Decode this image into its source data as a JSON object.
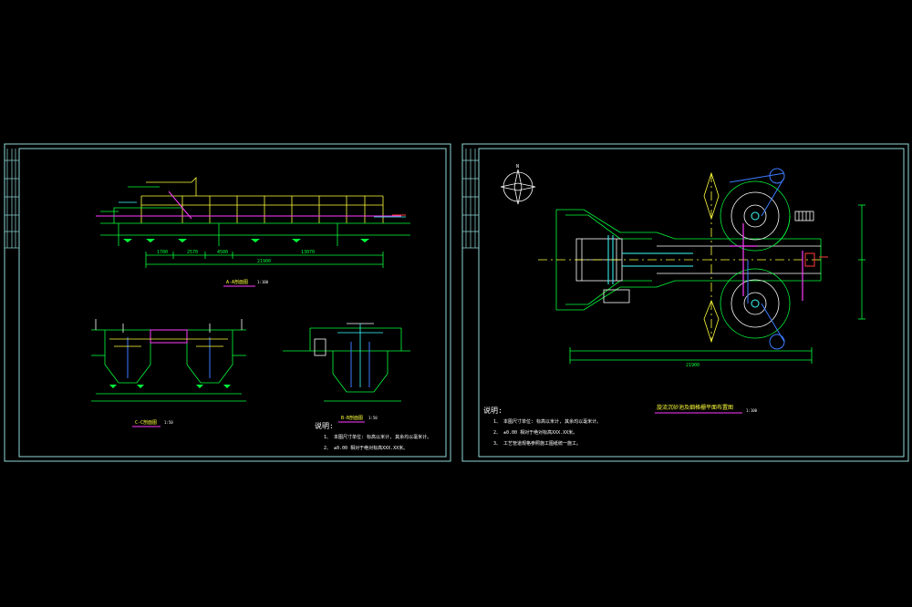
{
  "colors": {
    "background": "#000000",
    "frame": "#8fd8d8",
    "cad_green": "#00ff3c",
    "cad_yellow": "#ffff3c",
    "cad_magenta": "#ff3cff",
    "cad_cyan": "#3cffff",
    "cad_white": "#ffffff",
    "cad_blue": "#3c7cff",
    "cad_red": "#ff3c3c"
  },
  "left_sheet": {
    "section_a_title": "A-A剖面图",
    "section_a_scale": "1:100",
    "section_c_title": "C-C剖面图",
    "section_c_scale": "1:50",
    "section_b_title": "B-B剖面图",
    "section_b_scale": "1:50",
    "dim_total": "21900",
    "dims_segments": [
      "1700",
      "2570",
      "4500",
      "13070"
    ],
    "notes_heading": "说明:",
    "notes": [
      "1、 本图尺寸单位: 标高以米计, 其余均以毫米计。",
      "2、 ±0.00 相对于绝对标高XXX.XX米。"
    ]
  },
  "right_sheet": {
    "title": "旋流沉砂池及细格栅平面布置图",
    "title_scale": "1:100",
    "dim_total": "21900",
    "north_label": "N",
    "notes_heading": "说明:",
    "notes": [
      "1、 本图尺寸单位: 标高以米计, 其余均以毫米计。",
      "2、 ±0.00 相对于绝对标高XXX.XX米。",
      "3、 工艺管道规格参照施工图纸统一施工。"
    ]
  }
}
